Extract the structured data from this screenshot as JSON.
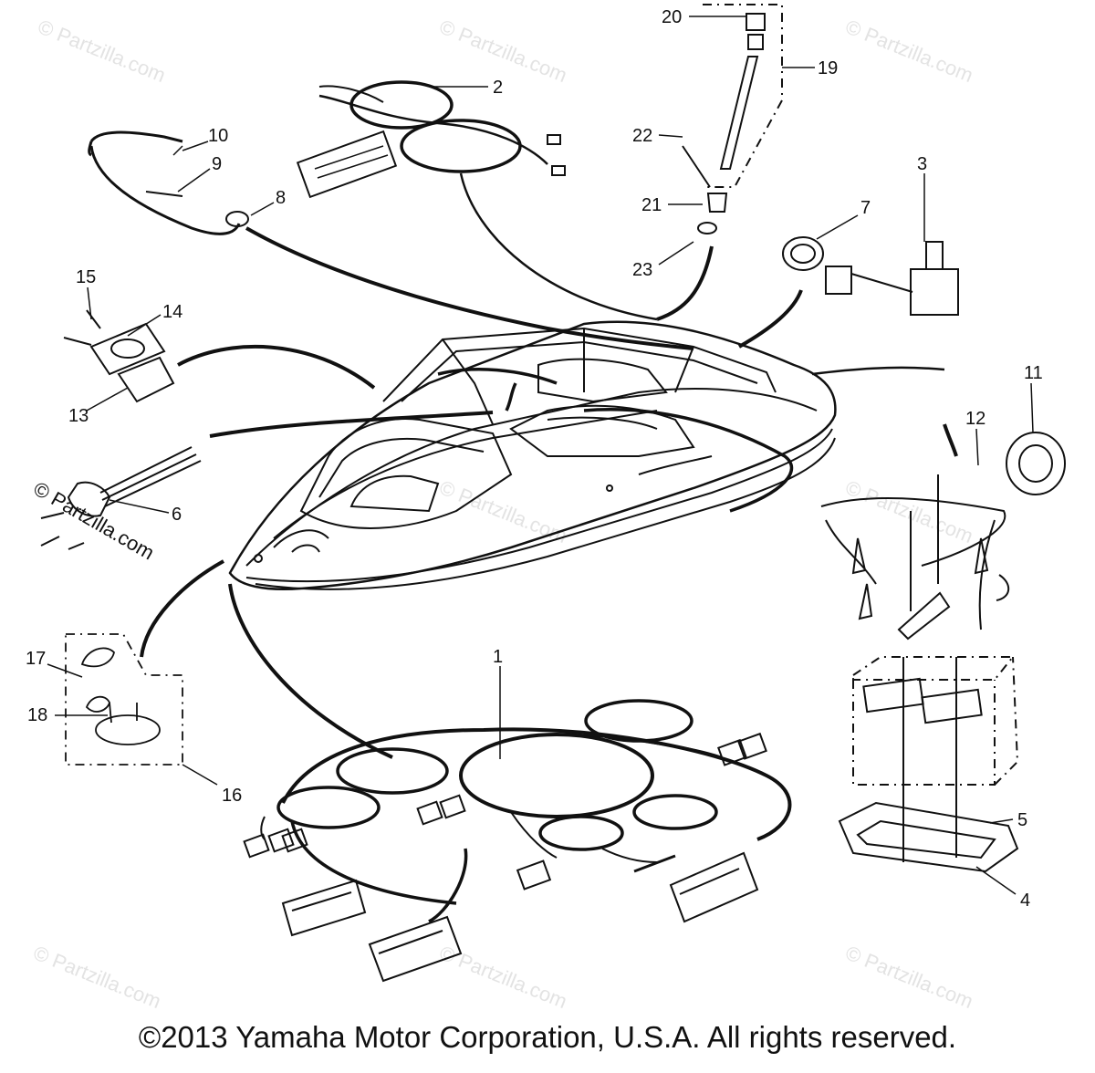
{
  "watermark": "© Partzilla.com",
  "side_watermark": "© Partzilla.com",
  "callouts": [
    "1",
    "2",
    "3",
    "4",
    "5",
    "6",
    "7",
    "8",
    "9",
    "10",
    "11",
    "12",
    "13",
    "14",
    "15",
    "16",
    "17",
    "18",
    "19",
    "20",
    "21",
    "22",
    "23"
  ],
  "copyright": "©2013  Yamaha Motor Corporation, U.S.A. All rights reserved."
}
